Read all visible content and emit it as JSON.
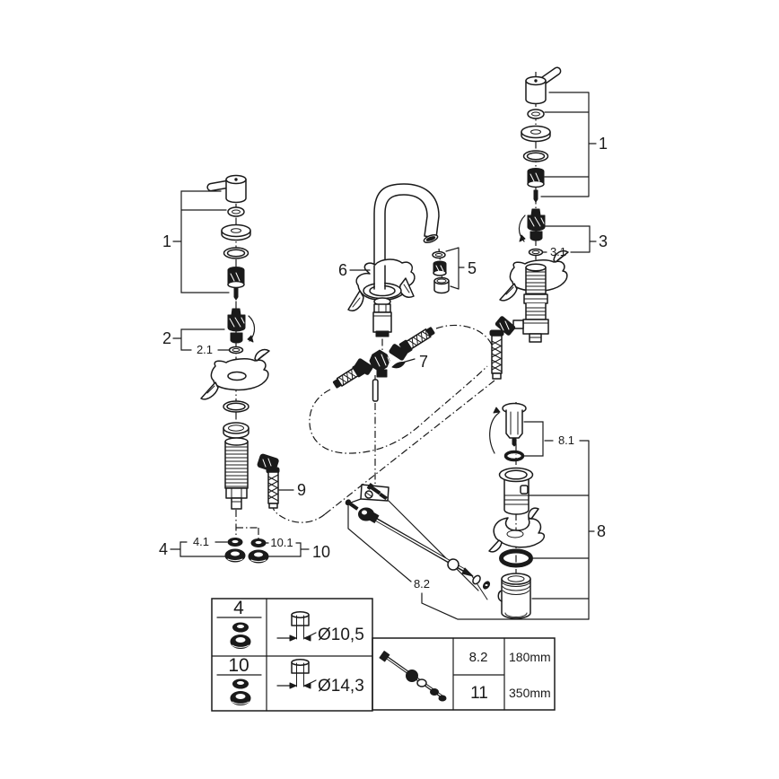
{
  "callouts": {
    "item1_left": "1",
    "item1_right": "1",
    "item2": "2",
    "item2_1": "2.1",
    "item3": "3",
    "item3_1": "3.1",
    "item4": "4",
    "item4_1": "4.1",
    "item5": "5",
    "item6": "6",
    "item7": "7",
    "item8": "8",
    "item8_1": "8.1",
    "item8_2": "8.2",
    "item9": "9",
    "item10": "10",
    "item10_1": "10.1"
  },
  "nut_table": {
    "rows": [
      {
        "item": "4",
        "diameter": "Ø10,5"
      },
      {
        "item": "10",
        "diameter": "Ø14,3"
      }
    ]
  },
  "rod_table": {
    "rows": [
      {
        "item": "8.2",
        "length": "180mm"
      },
      {
        "item": "11",
        "length": "350mm"
      }
    ]
  },
  "colors": {
    "line": "#1a1a1a",
    "background": "#ffffff"
  }
}
